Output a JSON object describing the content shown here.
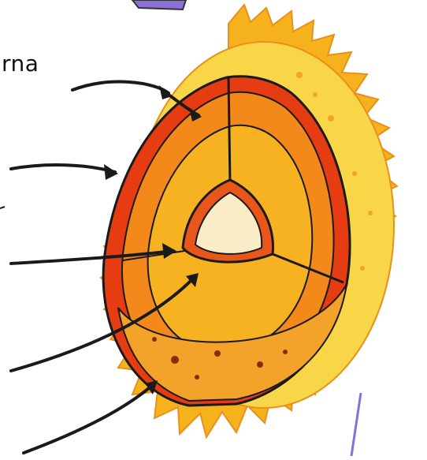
{
  "diagram": {
    "partial_label": "rna",
    "arrow_count": 6
  },
  "colors": {
    "flare": "#f6b21c",
    "surface": "#f9d548",
    "outer_layer": "#e63c12",
    "layer_orange": "#f2891a",
    "layer_yellow": "#f6b220",
    "core_border": "#e8561a",
    "core": "#fbecc8",
    "outline": "#1a1a1a",
    "accent_purple": "#8a6fd8"
  },
  "icons": [
    "sun-cutaway-illustration",
    "arrow-icon"
  ]
}
